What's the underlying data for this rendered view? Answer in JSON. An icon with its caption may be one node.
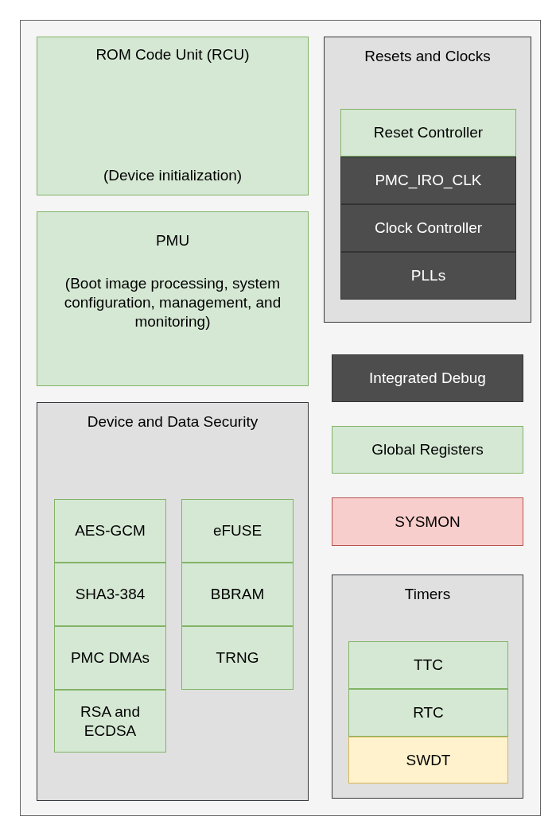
{
  "diagram": {
    "nodes": [
      {
        "text": [],
        "shape": "box"
      },
      {
        "text": [
          "ROM Code Unit (RCU)",
          "(Device initialization)"
        ],
        "in": 0
      },
      {
        "text": [
          "PMU",
          "(Boot image processing, system configuration, management, and monitoring)"
        ],
        "in": 0
      },
      {
        "text": [
          "Device and Data Security"
        ],
        "in": 0
      },
      {
        "text": [
          "AES-GCM"
        ],
        "in": 3
      },
      {
        "text": [
          "SHA3-384"
        ],
        "in": 3
      },
      {
        "text": [
          "PMC DMAs"
        ],
        "in": 3
      },
      {
        "text": [
          "RSA and ECDSA"
        ],
        "in": 3
      },
      {
        "text": [
          "eFUSE"
        ],
        "in": 3
      },
      {
        "text": [
          "BBRAM"
        ],
        "in": 3
      },
      {
        "text": [
          "TRNG"
        ],
        "in": 3
      },
      {
        "text": [
          "Resets and Clocks"
        ],
        "in": 0
      },
      {
        "text": [
          "Reset Controller"
        ],
        "in": 11
      },
      {
        "text": [
          "PMC_IRO_CLK"
        ],
        "in": 11
      },
      {
        "text": [
          "Clock Controller"
        ],
        "in": 11
      },
      {
        "text": [
          "PLLs"
        ],
        "in": 11
      },
      {
        "text": [
          "Integrated Debug"
        ],
        "in": 0
      },
      {
        "text": [
          "Global Registers"
        ],
        "in": 0
      },
      {
        "text": [
          "SYSMON"
        ],
        "in": 0
      },
      {
        "text": [
          "Timers"
        ],
        "in": 0
      },
      {
        "text": [
          "TTC"
        ],
        "in": 19
      },
      {
        "text": [
          "RTC"
        ],
        "in": 19
      },
      {
        "text": [
          "SWDT"
        ],
        "in": 19
      }
    ]
  }
}
